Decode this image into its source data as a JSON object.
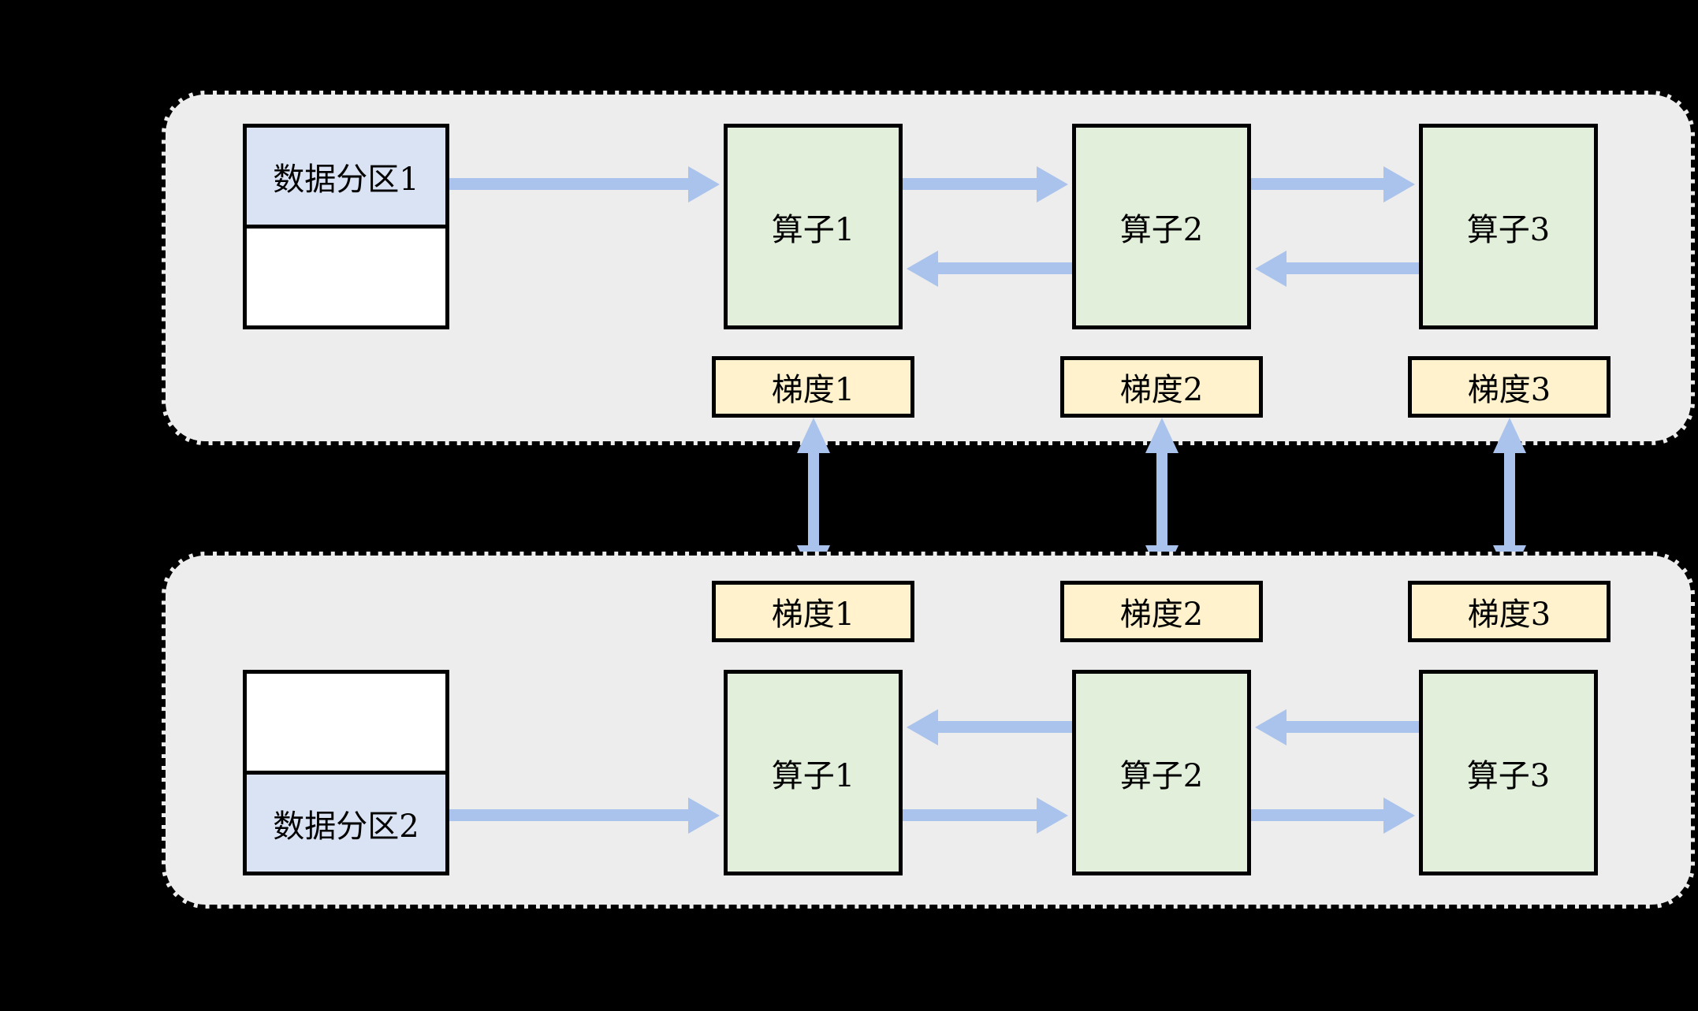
{
  "colors": {
    "background": "#000000",
    "device_fill": "#ededed",
    "border_color": "#000000",
    "operator_fill": "#e2efda",
    "partition_fill": "#dae3f3",
    "gradient_fill": "#fff2cc",
    "arrow_color": "#aac3ec",
    "text_color": "#000000"
  },
  "devices": [
    {
      "id": "device-1",
      "data_partition": {
        "label": "数据分区1"
      },
      "operators": [
        {
          "label": "算子1"
        },
        {
          "label": "算子2"
        },
        {
          "label": "算子3"
        }
      ],
      "gradients": [
        {
          "label": "梯度1"
        },
        {
          "label": "梯度2"
        },
        {
          "label": "梯度3"
        }
      ]
    },
    {
      "id": "device-2",
      "data_partition": {
        "label": "数据分区2"
      },
      "operators": [
        {
          "label": "算子1"
        },
        {
          "label": "算子2"
        },
        {
          "label": "算子3"
        }
      ],
      "gradients": [
        {
          "label": "梯度1"
        },
        {
          "label": "梯度2"
        },
        {
          "label": "梯度3"
        }
      ]
    }
  ]
}
